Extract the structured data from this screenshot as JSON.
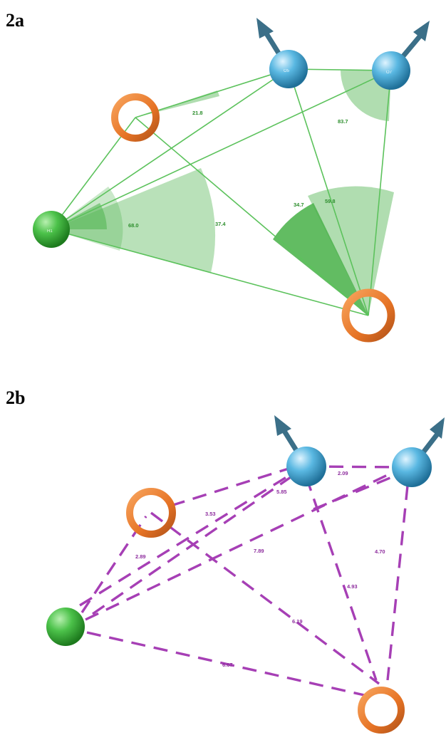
{
  "panel_a": {
    "label": "2a",
    "angles": [
      "21.8",
      "83.7",
      "68.0",
      "37.4",
      "34.7",
      "59.8"
    ],
    "atoms": {
      "h1": "H1",
      "o5": "O5",
      "o7": "O7"
    },
    "colors": {
      "line": "#5cc25c",
      "wedge": "#4fb44f",
      "text": "#2e8f2e"
    }
  },
  "panel_b": {
    "label": "2b",
    "distances": [
      "2.09",
      "3.53",
      "5.85",
      "4.70",
      "2.89",
      "7.89",
      "4.93",
      "6.19",
      "6.67"
    ],
    "colors": {
      "dash": "#a63fb5",
      "text": "#8e2e9e"
    }
  },
  "colors": {
    "sphere_green": "#3fb13f",
    "sphere_blue": "#4fb4e0",
    "ring": "#e77f2f",
    "arrow": "#3b6f88"
  }
}
